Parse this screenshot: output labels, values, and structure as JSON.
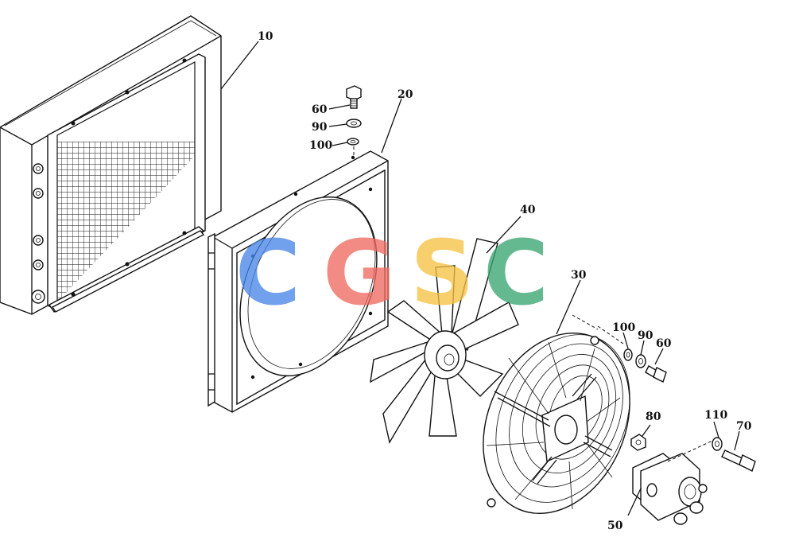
{
  "labels": {
    "p10": "10",
    "p20": "20",
    "p30": "30",
    "p40": "40",
    "p50": "50",
    "p60a": "60",
    "p60b": "60",
    "p70": "70",
    "p80": "80",
    "p90a": "90",
    "p90b": "90",
    "p100a": "100",
    "p100b": "100",
    "p110": "110"
  },
  "watermark": {
    "letters": [
      "C",
      "G",
      "S",
      "C"
    ],
    "colors": [
      "#4a86e8",
      "#ef6b61",
      "#f6c243",
      "#3aa673"
    ]
  }
}
